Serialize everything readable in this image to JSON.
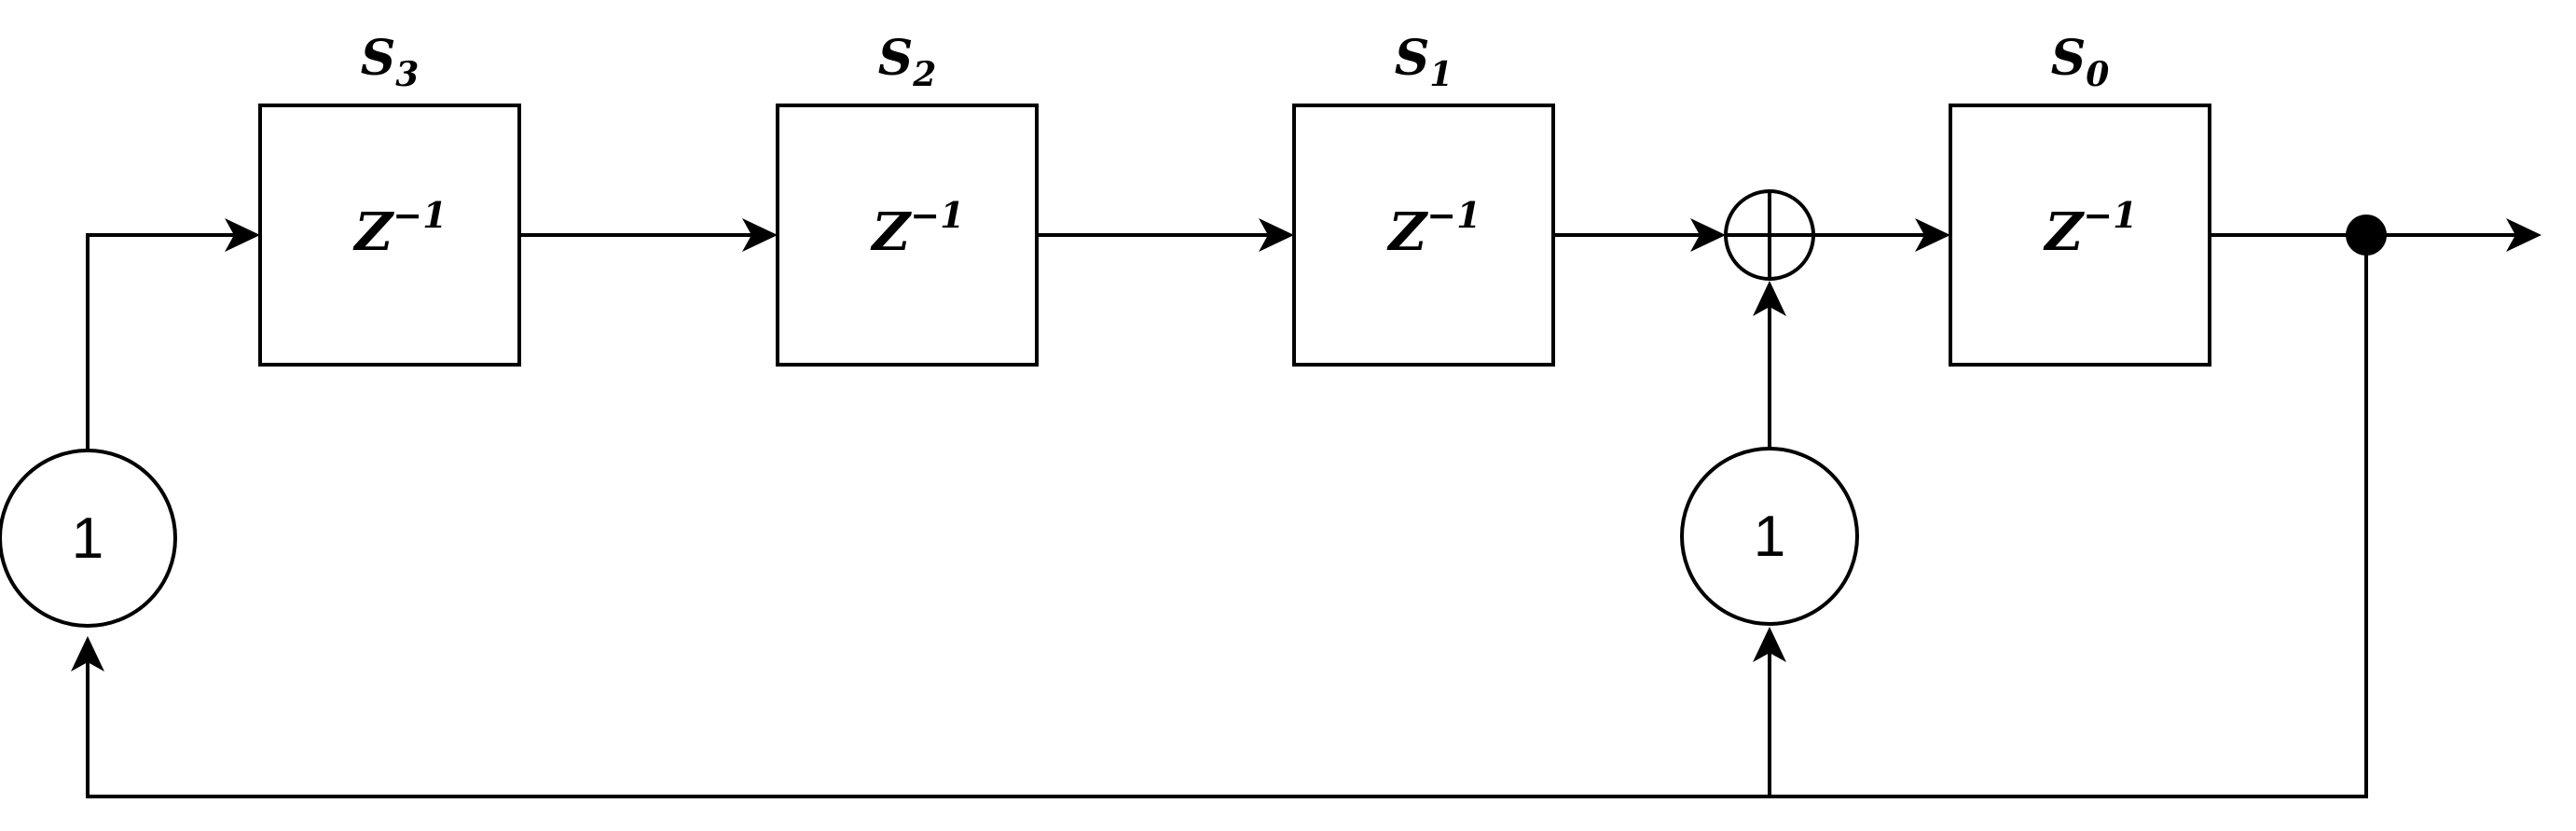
{
  "registers": [
    {
      "state_main": "S",
      "state_sub": "3",
      "op_main": "Z",
      "op_sup": "−1"
    },
    {
      "state_main": "S",
      "state_sub": "2",
      "op_main": "Z",
      "op_sup": "−1"
    },
    {
      "state_main": "S",
      "state_sub": "1",
      "op_main": "Z",
      "op_sup": "−1"
    },
    {
      "state_main": "S",
      "state_sub": "0",
      "op_main": "Z",
      "op_sup": "−1"
    }
  ],
  "gains": [
    {
      "value": "1"
    },
    {
      "value": "1"
    }
  ],
  "colors": {
    "stroke": "#000000",
    "background": "#ffffff"
  }
}
